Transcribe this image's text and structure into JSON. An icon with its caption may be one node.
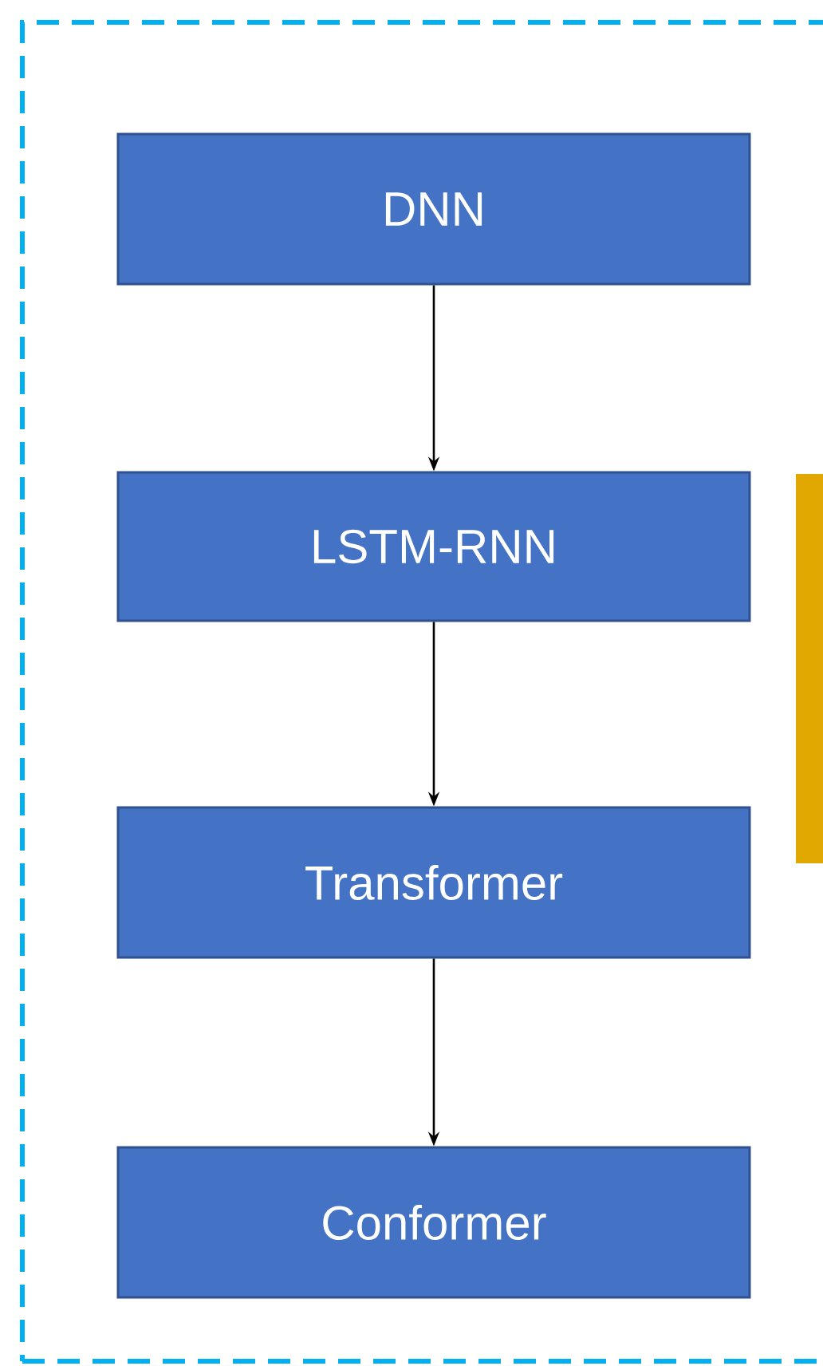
{
  "diagram": {
    "nodes": [
      {
        "text": [],
        "shape": "box"
      },
      {
        "text": [
          "DNN"
        ],
        "in": 0
      },
      {
        "text": [
          "LSTM-RNN"
        ],
        "in": 0
      },
      {
        "text": [
          "Transformer"
        ],
        "in": 0
      },
      {
        "text": [
          "Conformer"
        ],
        "in": 0
      },
      {
        "text": [],
        "shape": "bar",
        "in": 0
      }
    ],
    "edges": [
      {
        "from": 1,
        "to": 2,
        "arrow": "to"
      },
      {
        "from": 2,
        "to": 3,
        "arrow": "to"
      },
      {
        "from": 3,
        "to": 4,
        "arrow": "to"
      }
    ]
  }
}
